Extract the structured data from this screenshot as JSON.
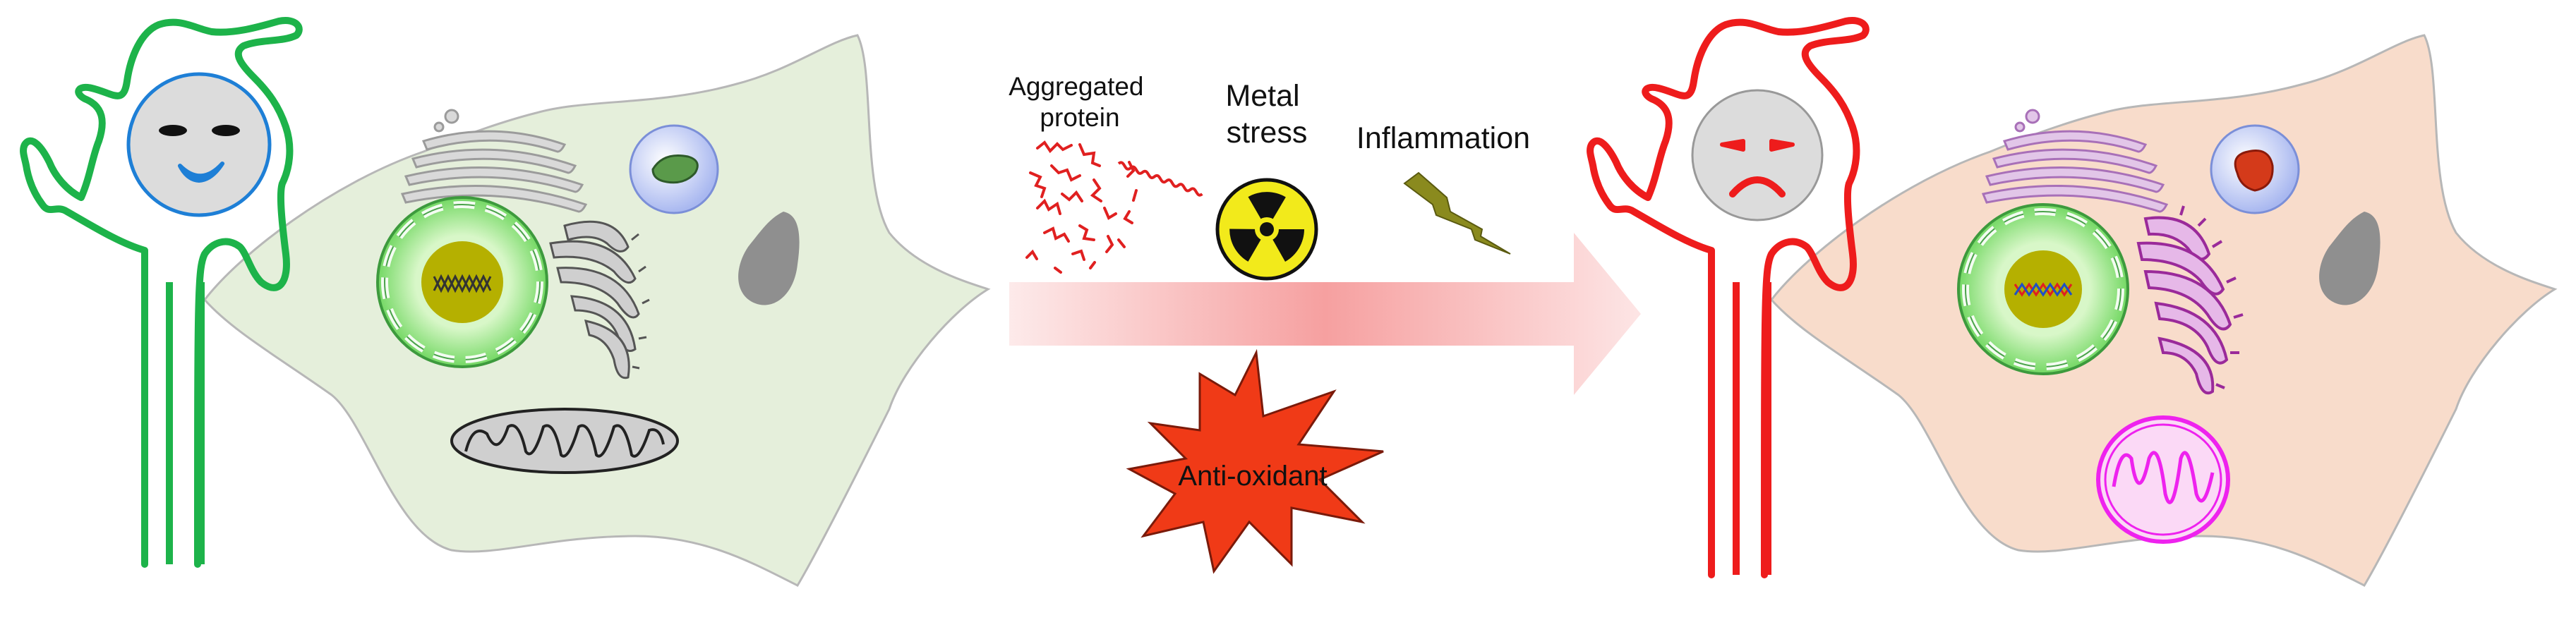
{
  "labels": {
    "aggregated_protein": [
      "Aggregated",
      "protein"
    ],
    "metal_stress": [
      "Metal",
      "stress"
    ],
    "inflammation": "Inflammation",
    "anti_oxidant": "Anti-oxidant"
  },
  "colors": {
    "healthy_neuron": "#1db34a",
    "stressed_neuron": "#ee1c1c",
    "healthy_cell_fill": "#e6f0dc",
    "stressed_cell_fill": "#f8dccb",
    "nucleus_fill": "#b9e89a",
    "nucleolus": "#b5b000",
    "arrow_gradient": [
      "#fde7e7",
      "#f8a9a9",
      "#fde7e7"
    ],
    "starburst": "#f03a17",
    "hazard": "#f2ea1b",
    "lightning": "#8a8a1e",
    "protein_aggregate": "#e02020",
    "er_golgi_stressed": "#a23aa8",
    "mitochondria_stressed": "#ee22ee"
  },
  "icons": [
    "happy-face-icon",
    "sad-face-icon",
    "radiation-hazard-icon",
    "lightning-bolt-icon",
    "starburst-icon",
    "dna-icon"
  ]
}
